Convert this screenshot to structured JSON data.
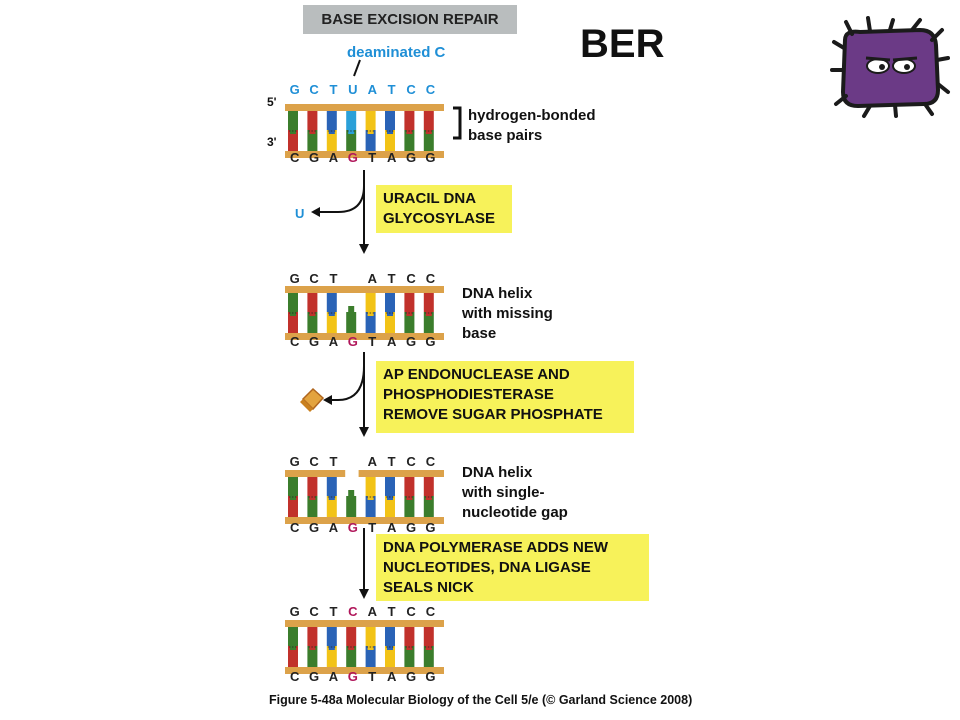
{
  "header": {
    "title": "BASE EXCISION REPAIR",
    "ber": "BER"
  },
  "labels": {
    "deaminated": "deaminated C",
    "five_prime": "5'",
    "three_prime": "3'",
    "hydrogen_bonded": [
      "hydrogen-bonded",
      "base pairs"
    ],
    "removed_base": "U",
    "missing_base": [
      "DNA helix",
      "with missing",
      "base"
    ],
    "gap": [
      "DNA helix",
      "with single-",
      "nucleotide gap"
    ]
  },
  "enzymes": {
    "glycosylase": [
      "URACIL DNA",
      "GLYCOSYLASE"
    ],
    "endonuclease": [
      "AP ENDONUCLEASE AND",
      "PHOSPHODIESTERASE",
      "REMOVE SUGAR PHOSPHATE"
    ],
    "polymerase": [
      "DNA POLYMERASE ADDS NEW",
      "NUCLEOTIDES, DNA LIGASE",
      "SEALS NICK"
    ]
  },
  "sequences": {
    "top1": [
      "G",
      "C",
      "T",
      "U",
      "A",
      "T",
      "C",
      "C"
    ],
    "top2": [
      "G",
      "C",
      "T",
      "",
      "A",
      "T",
      "C",
      "C"
    ],
    "top3": [
      "G",
      "C",
      "T",
      "",
      "A",
      "T",
      "C",
      "C"
    ],
    "top4": [
      "G",
      "C",
      "T",
      "C",
      "A",
      "T",
      "C",
      "C"
    ],
    "bottom": [
      "C",
      "G",
      "A",
      "G",
      "T",
      "A",
      "G",
      "G"
    ]
  },
  "colors": {
    "G": "#3b7d2c",
    "C": "#c1312b",
    "T": "#2a63b6",
    "A": "#f2c316",
    "U": "#2aa0d8",
    "backbone": "#dca24a",
    "highlight_pink": "#b0165a",
    "label_blue": "#1f8fd6",
    "box_yellow": "#f7f25a"
  },
  "caption": "Figure 5-48a Molecular Biology of the Cell 5/e (© Garland Science 2008)"
}
